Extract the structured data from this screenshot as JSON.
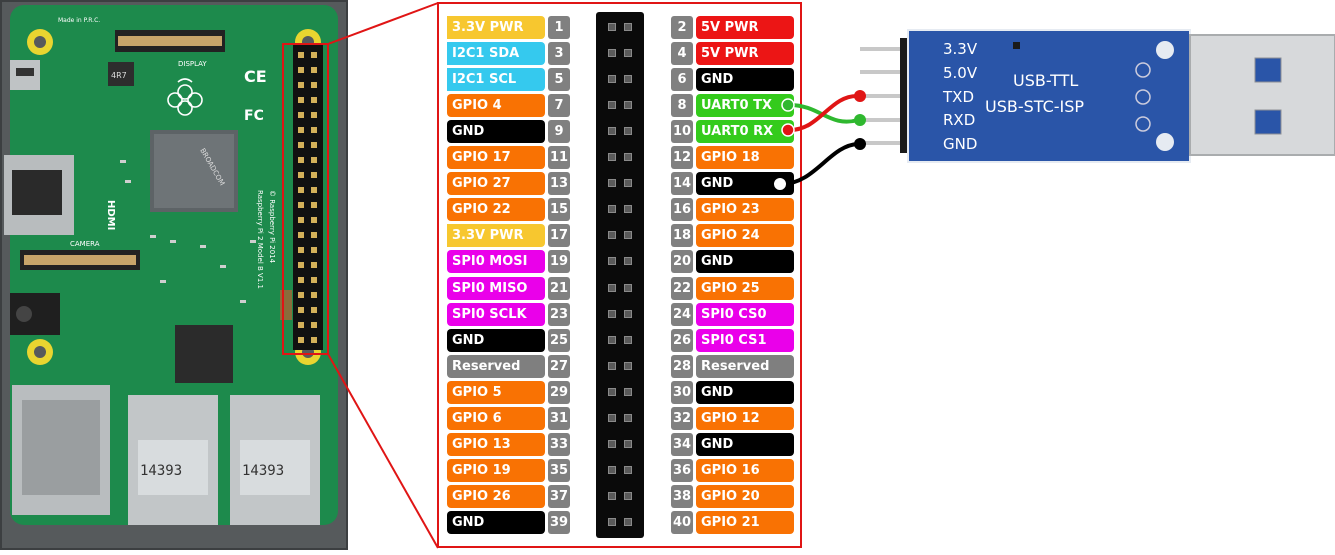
{
  "left_pins": [
    {
      "label": "3.3V PWR",
      "num": "1",
      "type": "power3v"
    },
    {
      "label": "I2C1 SDA",
      "num": "3",
      "type": "i2c"
    },
    {
      "label": "I2C1 SCL",
      "num": "5",
      "type": "i2c"
    },
    {
      "label": "GPIO 4",
      "num": "7",
      "type": "gpio"
    },
    {
      "label": "GND",
      "num": "9",
      "type": "ground"
    },
    {
      "label": "GPIO 17",
      "num": "11",
      "type": "gpio"
    },
    {
      "label": "GPIO 27",
      "num": "13",
      "type": "gpio"
    },
    {
      "label": "GPIO 22",
      "num": "15",
      "type": "gpio"
    },
    {
      "label": "3.3V PWR",
      "num": "17",
      "type": "power3v"
    },
    {
      "label": "SPI0 MOSI",
      "num": "19",
      "type": "spi"
    },
    {
      "label": "SPI0 MISO",
      "num": "21",
      "type": "spi"
    },
    {
      "label": "SPI0 SCLK",
      "num": "23",
      "type": "spi"
    },
    {
      "label": "GND",
      "num": "25",
      "type": "ground"
    },
    {
      "label": "Reserved",
      "num": "27",
      "type": "reserved"
    },
    {
      "label": "GPIO 5",
      "num": "29",
      "type": "gpio"
    },
    {
      "label": "GPIO 6",
      "num": "31",
      "type": "gpio"
    },
    {
      "label": "GPIO 13",
      "num": "33",
      "type": "gpio"
    },
    {
      "label": "GPIO 19",
      "num": "35",
      "type": "gpio"
    },
    {
      "label": "GPIO 26",
      "num": "37",
      "type": "gpio"
    },
    {
      "label": "GND",
      "num": "39",
      "type": "ground"
    }
  ],
  "right_pins": [
    {
      "label": "5V PWR",
      "num": "2",
      "type": "power5v"
    },
    {
      "label": "5V PWR",
      "num": "4",
      "type": "power5v"
    },
    {
      "label": "GND",
      "num": "6",
      "type": "ground"
    },
    {
      "label": "UART0 TX",
      "num": "8",
      "type": "uart"
    },
    {
      "label": "UART0 RX",
      "num": "10",
      "type": "uart"
    },
    {
      "label": "GPIO 18",
      "num": "12",
      "type": "gpio"
    },
    {
      "label": "GND",
      "num": "14",
      "type": "ground"
    },
    {
      "label": "GPIO 23",
      "num": "16",
      "type": "gpio"
    },
    {
      "label": "GPIO 24",
      "num": "18",
      "type": "gpio"
    },
    {
      "label": "GND",
      "num": "20",
      "type": "ground"
    },
    {
      "label": "GPIO 25",
      "num": "22",
      "type": "gpio"
    },
    {
      "label": "SPI0 CS0",
      "num": "24",
      "type": "spi"
    },
    {
      "label": "SPI0 CS1",
      "num": "26",
      "type": "spi"
    },
    {
      "label": "Reserved",
      "num": "28",
      "type": "reserved"
    },
    {
      "label": "GND",
      "num": "30",
      "type": "ground"
    },
    {
      "label": "GPIO 12",
      "num": "32",
      "type": "gpio"
    },
    {
      "label": "GND",
      "num": "34",
      "type": "ground"
    },
    {
      "label": "GPIO 16",
      "num": "36",
      "type": "gpio"
    },
    {
      "label": "GPIO 20",
      "num": "38",
      "type": "gpio"
    },
    {
      "label": "GPIO 21",
      "num": "40",
      "type": "gpio"
    }
  ],
  "board": {
    "silkscreen": {
      "logo_model": "Made in P.R.C.",
      "display": "DISPLAY",
      "camera": "CAMERA",
      "hdmi": "HDMI",
      "chip": "BROADCOM",
      "model": "Raspberry Pi 2 Model B V1.1",
      "copyright": "© Raspberry Pi 2014",
      "usb_left": "14393",
      "usb_right": "14393",
      "inductor": "4R7"
    }
  },
  "adapter": {
    "pins": [
      "3.3V",
      "5.0V",
      "TXD",
      "RXD",
      "GND"
    ],
    "line1": "USB-TTL",
    "line2": "USB-STC-ISP"
  },
  "colors": {
    "callout": "#e01515",
    "wire_tx": "#2fb82f",
    "wire_rx": "#e01515",
    "wire_gnd": "#000000",
    "board_green": "#1d8a4c",
    "adapter_blue": "#2a55a8"
  }
}
